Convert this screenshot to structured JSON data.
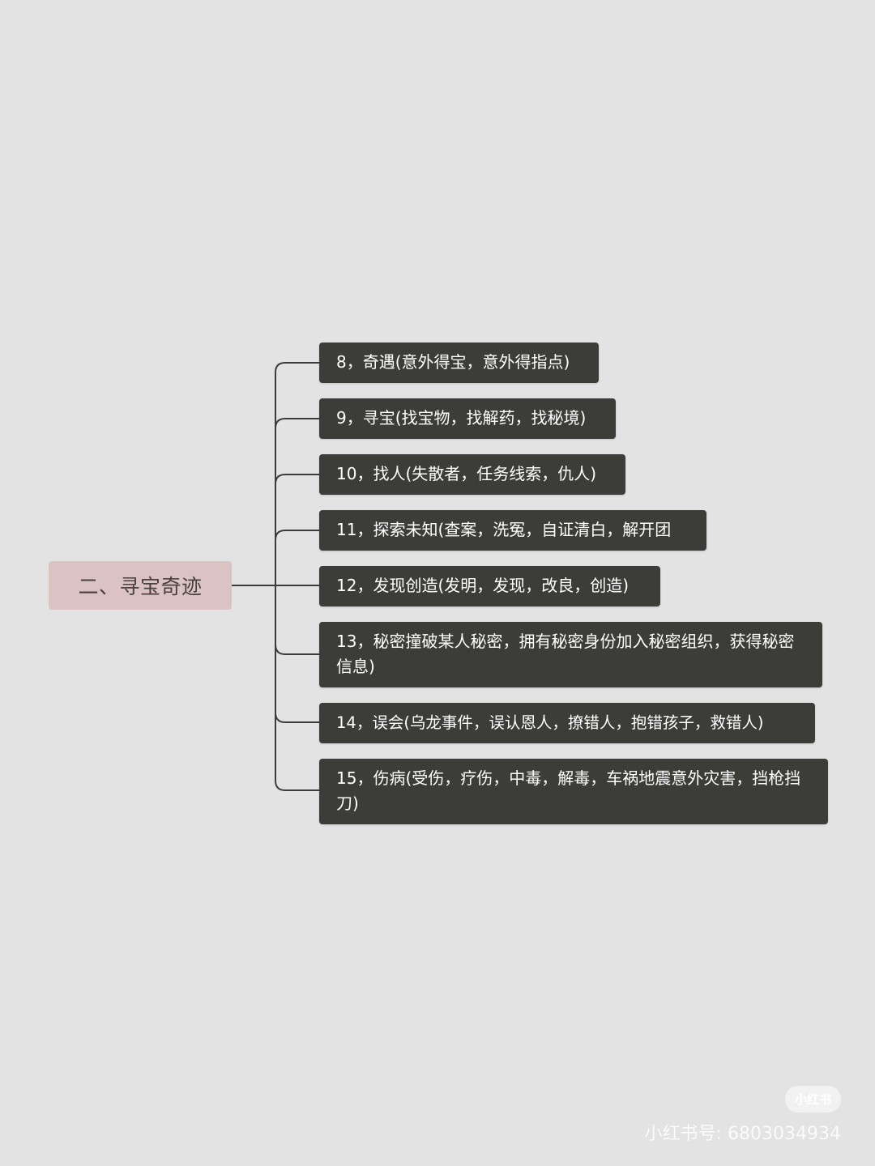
{
  "diagram": {
    "root": {
      "label": "二、寻宝奇迹"
    },
    "children": [
      {
        "label": "8，奇遇(意外得宝，意外得指点)"
      },
      {
        "label": "9，寻宝(找宝物，找解药，找秘境)"
      },
      {
        "label": "10，找人(失散者，任务线索，仇人)"
      },
      {
        "label": "11，探索未知(查案，洗冤，自证清白，解开团"
      },
      {
        "label": "12，发现创造(发明，发现，改良，创造)"
      },
      {
        "label": "13，秘密撞破某人秘密，拥有秘密身份加入秘密组织，获得秘密信息)"
      },
      {
        "label": "14，误会(乌龙事件，误认恩人，撩错人，抱错孩子，救错人)"
      },
      {
        "label": "15，伤病(受伤，疗伤，中毒，解毒，车祸地震意外灾害，挡枪挡刀)"
      }
    ]
  },
  "watermark": {
    "logo": "小红书",
    "id_text": "小红书号: 6803034934"
  },
  "colors": {
    "background": "#e3e3e3",
    "root_fill": "#dbc3c3",
    "child_fill": "#3c3c39",
    "connector": "#3c3c39"
  }
}
